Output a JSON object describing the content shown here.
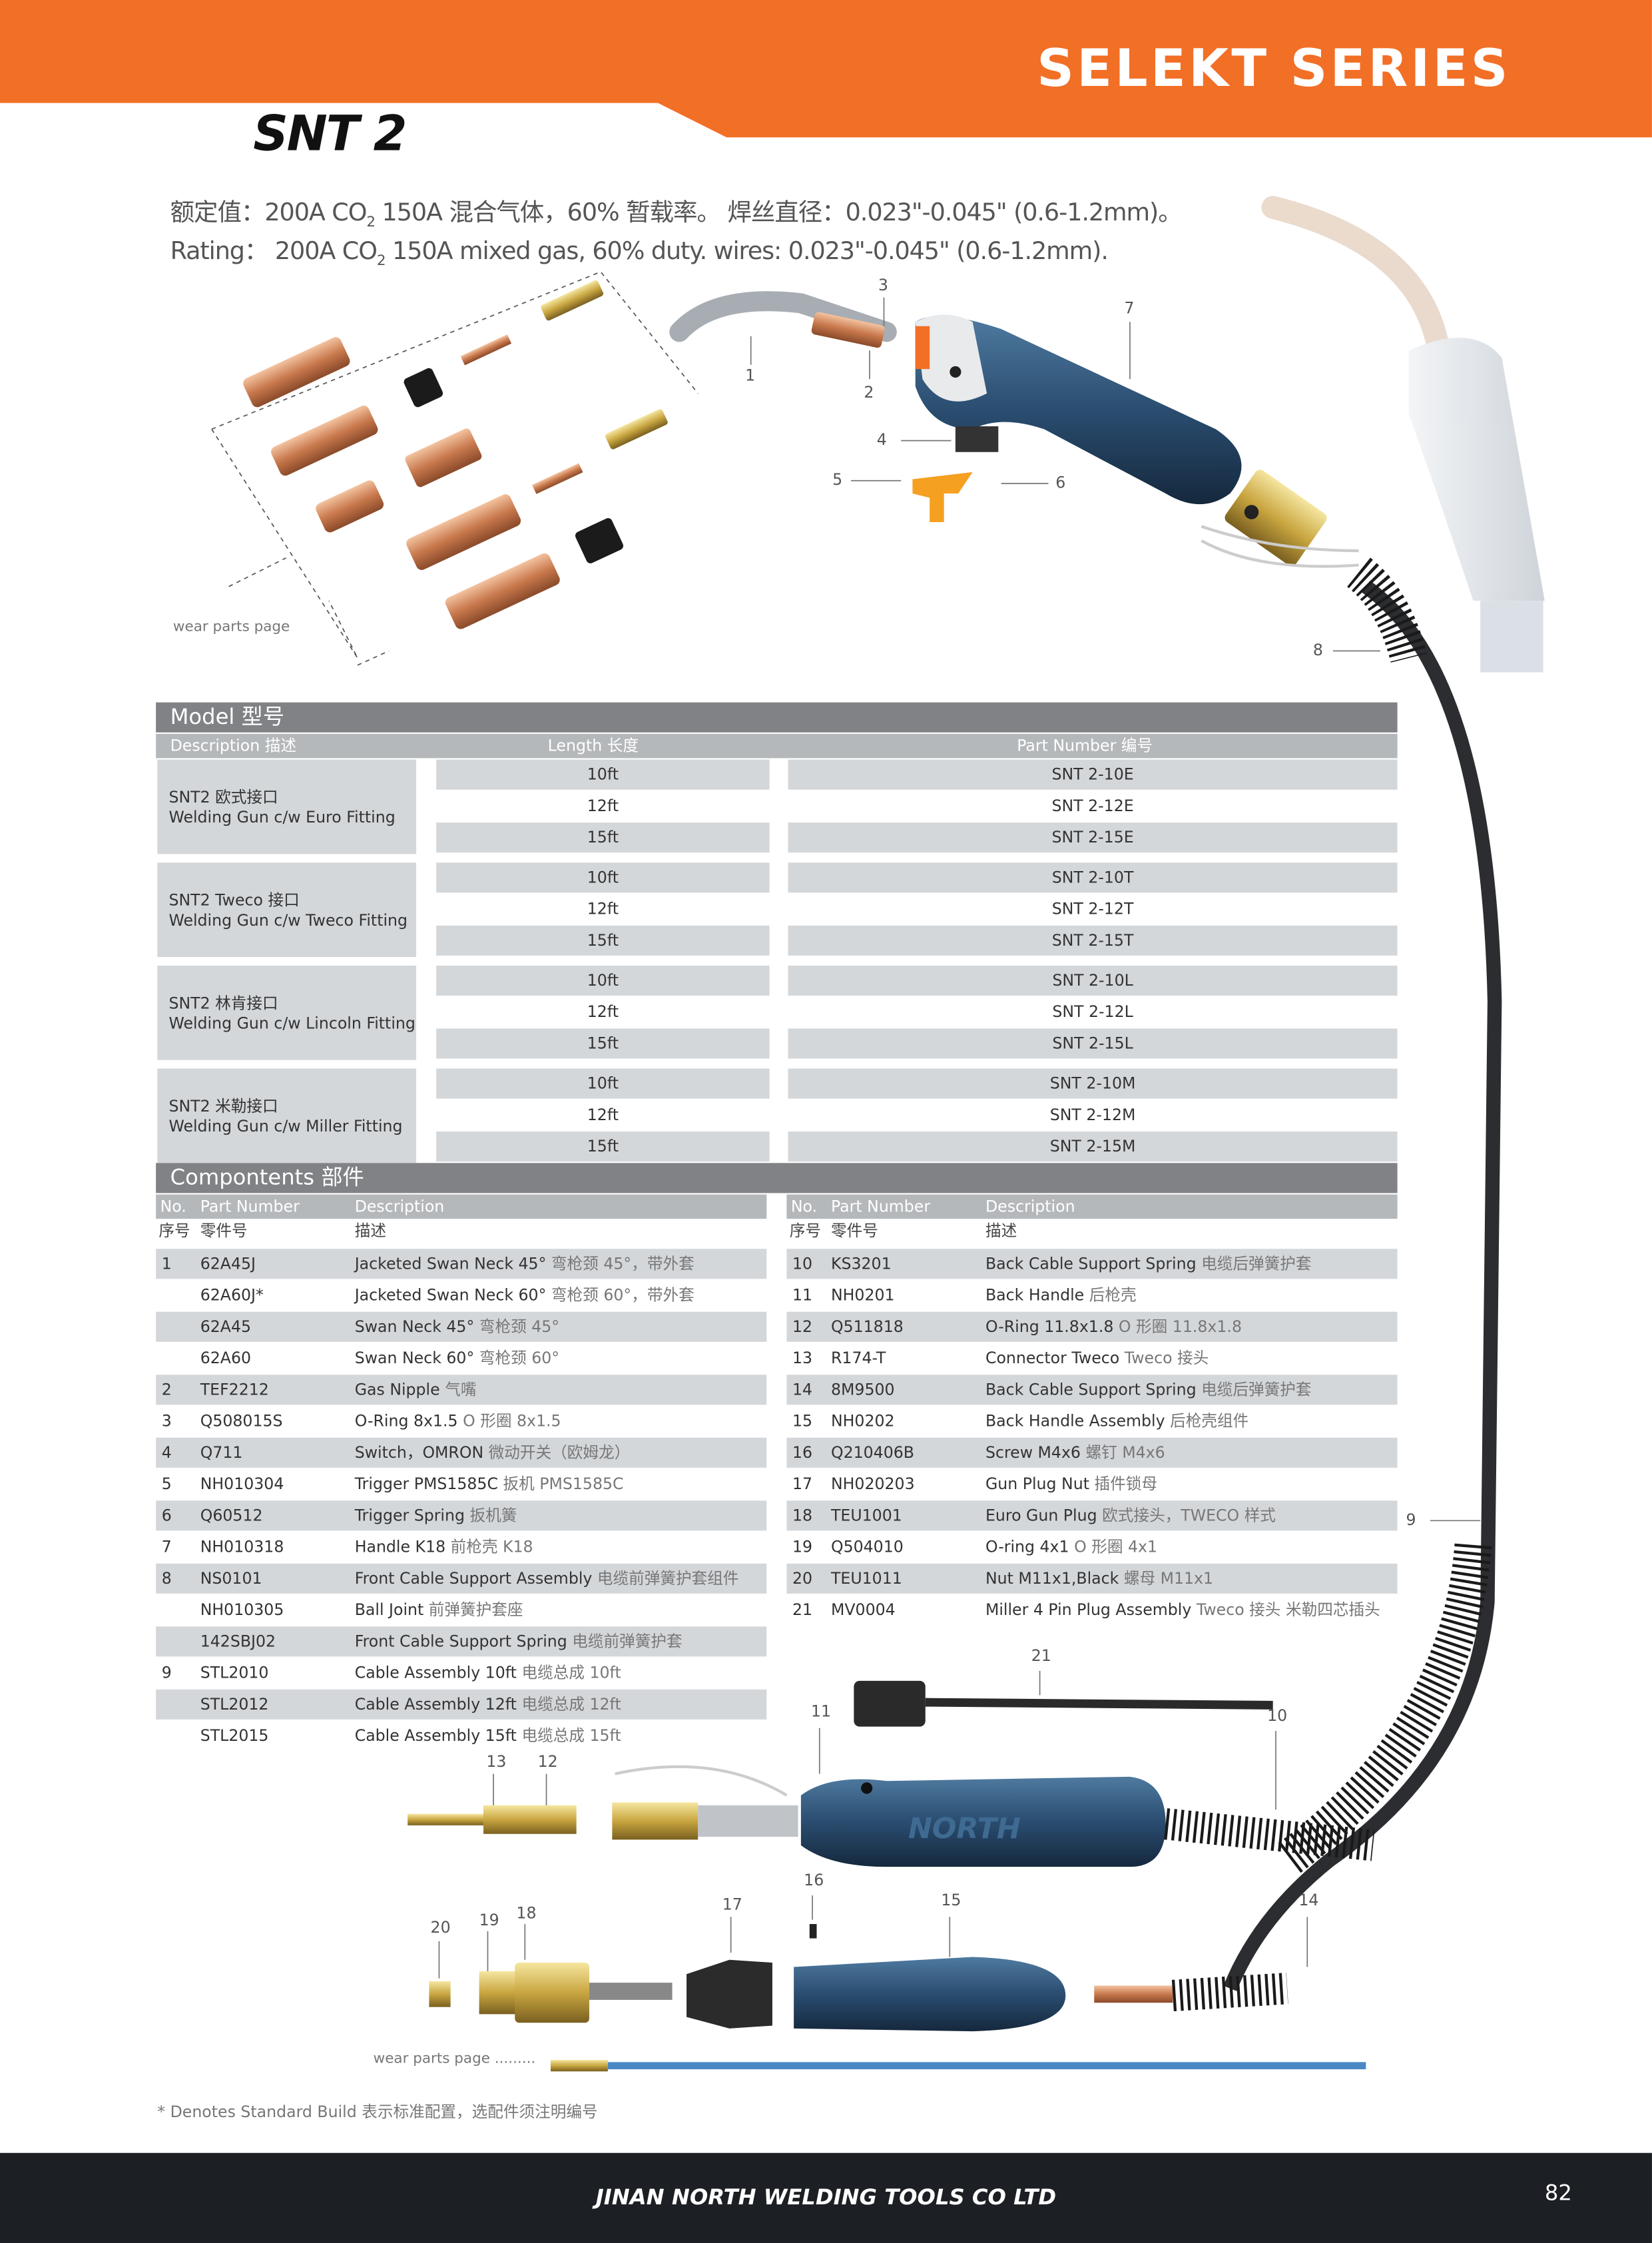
{
  "header": {
    "series_title": "SELEKT SERIES",
    "model": "SNT 2",
    "brand_color": "#f26f26"
  },
  "rating": {
    "cn_prefix": "额定值：200A CO",
    "cn_sub": "2",
    "cn_suffix": " 150A 混合气体，60% 暂载率。 焊丝直径：0.023\"-0.045\" (0.6-1.2mm)。",
    "en_prefix": "Rating： 200A CO",
    "en_sub": "2",
    "en_suffix": " 150A mixed gas, 60% duty. wires: 0.023\"-0.045\" (0.6-1.2mm)."
  },
  "wear_parts_label": "wear parts page",
  "wear_parts_label_bottom": "wear parts page .........",
  "model_table": {
    "title": "Model 型号",
    "headers": {
      "description": "Description 描述",
      "length": "Length 长度",
      "part_number": "Part Number 编号"
    },
    "groups": [
      {
        "cn": "SNT2 欧式接口",
        "en": "Welding Gun c/w Euro Fitting",
        "rows": [
          [
            "10ft",
            "SNT 2-10E"
          ],
          [
            "12ft",
            "SNT 2-12E"
          ],
          [
            "15ft",
            "SNT 2-15E"
          ]
        ]
      },
      {
        "cn": "SNT2 Tweco 接口",
        "en": "Welding Gun c/w Tweco Fitting",
        "rows": [
          [
            "10ft",
            "SNT 2-10T"
          ],
          [
            "12ft",
            "SNT 2-12T"
          ],
          [
            "15ft",
            "SNT 2-15T"
          ]
        ]
      },
      {
        "cn": "SNT2 林肯接口",
        "en": "Welding Gun c/w Lincoln Fitting",
        "rows": [
          [
            "10ft",
            "SNT 2-10L"
          ],
          [
            "12ft",
            "SNT 2-12L"
          ],
          [
            "15ft",
            "SNT 2-15L"
          ]
        ]
      },
      {
        "cn": "SNT2 米勒接口",
        "en": "Welding Gun c/w Miller Fitting",
        "rows": [
          [
            "10ft",
            "SNT 2-10M"
          ],
          [
            "12ft",
            "SNT 2-12M"
          ],
          [
            "15ft",
            "SNT 2-15M"
          ]
        ]
      }
    ]
  },
  "components": {
    "title": "Compontents 部件",
    "headers_en": {
      "no": "No.",
      "part": "Part Number",
      "desc": "Description"
    },
    "headers_cn": {
      "no": "序号",
      "part": "零件号",
      "desc": "描述"
    },
    "left": [
      [
        "1",
        "62A45J",
        "Jacketed Swan Neck 45°",
        "弯枪颈 45°，带外套"
      ],
      [
        "",
        "62A60J*",
        "Jacketed Swan Neck 60°",
        "弯枪颈 60°，带外套"
      ],
      [
        "",
        "62A45",
        "Swan Neck 45°",
        "弯枪颈 45°"
      ],
      [
        "",
        "62A60",
        "Swan Neck 60°",
        "弯枪颈 60°"
      ],
      [
        "2",
        "TEF2212",
        "Gas Nipple",
        "气嘴"
      ],
      [
        "3",
        "Q508015S",
        "O-Ring 8x1.5",
        "O 形圈 8x1.5"
      ],
      [
        "4",
        "Q711",
        "Switch，OMRON",
        "微动开关（欧姆龙）"
      ],
      [
        "5",
        "NH010304",
        "Trigger PMS1585C",
        "扳机 PMS1585C"
      ],
      [
        "6",
        "Q60512",
        "Trigger Spring",
        "扳机簧"
      ],
      [
        "7",
        "NH010318",
        "Handle K18",
        "前枪壳 K18"
      ],
      [
        "8",
        "NS0101",
        "Front Cable Support Assembly",
        "电缆前弹簧护套组件"
      ],
      [
        "",
        "NH010305",
        "Ball Joint",
        "前弹簧护套座"
      ],
      [
        "",
        "142SBJ02",
        "Front Cable Support Spring",
        "电缆前弹簧护套"
      ],
      [
        "9",
        "STL2010",
        "Cable Assembly 10ft",
        "电缆总成 10ft"
      ],
      [
        "",
        "STL2012",
        "Cable Assembly 12ft",
        "电缆总成 12ft"
      ],
      [
        "",
        "STL2015",
        "Cable Assembly 15ft",
        "电缆总成 15ft"
      ]
    ],
    "right": [
      [
        "10",
        "KS3201",
        "Back Cable Support Spring",
        "电缆后弹簧护套"
      ],
      [
        "11",
        "NH0201",
        "Back Handle",
        "后枪壳"
      ],
      [
        "12",
        "Q511818",
        "O-Ring 11.8x1.8",
        "O 形圈 11.8x1.8"
      ],
      [
        "13",
        "R174-T",
        "Connector Tweco",
        "Tweco 接头"
      ],
      [
        "14",
        "8M9500",
        "Back Cable Support Spring",
        "电缆后弹簧护套"
      ],
      [
        "15",
        "NH0202",
        "Back Handle Assembly",
        "后枪壳组件"
      ],
      [
        "16",
        "Q210406B",
        "Screw M4x6",
        "螺钉 M4x6"
      ],
      [
        "17",
        "NH020203",
        "Gun Plug Nut",
        "插件锁母"
      ],
      [
        "18",
        "TEU1001",
        "Euro Gun Plug",
        "欧式接头，TWECO 样式"
      ],
      [
        "19",
        "Q504010",
        "O-ring 4x1",
        "O 形圈 4x1"
      ],
      [
        "20",
        "TEU1011",
        "Nut M11x1,Black",
        "螺母 M11x1"
      ],
      [
        "21",
        "MV0004",
        "Miller 4 Pin Plug Assembly",
        "Tweco 接头 米勒四芯插头"
      ]
    ]
  },
  "callouts": [
    "1",
    "2",
    "3",
    "4",
    "5",
    "6",
    "7",
    "8",
    "9",
    "10",
    "11",
    "12",
    "13",
    "14",
    "15",
    "16",
    "17",
    "18",
    "19",
    "20",
    "21"
  ],
  "handle_logo": "NORTH",
  "footnote": "* Denotes Standard Build 表示标准配置，选配件须注明编号",
  "footer": {
    "company": "JINAN NORTH WELDING TOOLS CO LTD",
    "page": "82"
  }
}
